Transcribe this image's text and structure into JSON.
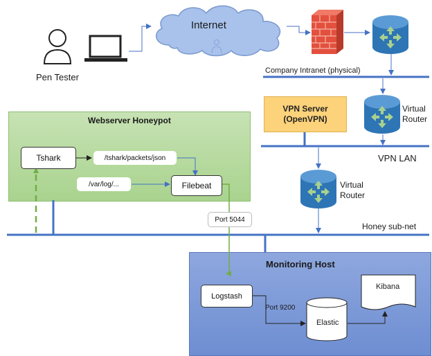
{
  "pen_tester": {
    "label": "Pen Tester",
    "person_icon": "person-icon",
    "laptop_icon": "laptop-icon"
  },
  "internet": {
    "label": "Internet",
    "icon": "cloud-icon"
  },
  "firewall": {
    "icon": "firewall-icon"
  },
  "networks": {
    "company_intranet": "Company Intranet (physical)",
    "vpn_lan": "VPN LAN",
    "honey_subnet": "Honey sub-net"
  },
  "vpn_server": {
    "line1": "VPN Server",
    "line2": "(OpenVPN)"
  },
  "routers": {
    "virtual_router_1": {
      "line1": "Virtual",
      "line2": "Router"
    },
    "virtual_router_2": {
      "line1": "Virtual",
      "line2": "Router"
    }
  },
  "honeypot": {
    "title": "Webserver Honeypot",
    "tshark": "Tshark",
    "packets_path": "/tshark/packets/json",
    "log_path": "/var/log/...",
    "filebeat": "Filebeat"
  },
  "port_5044": "Port 5044",
  "monitoring": {
    "title": "Monitoring Host",
    "logstash": "Logstash",
    "port_9200": "Port 9200",
    "elastic": "Elastic",
    "kibana": "Kibana"
  },
  "colors": {
    "network_line": "#4472c4",
    "router_blue": "#2e75b6",
    "router_arrow": "#a9d18e",
    "firewall_red": "#e3503e",
    "vpn_orange": "#fcd27a",
    "honeypot_green": "#a9d38e",
    "monitoring_blue": "#6e8ed2",
    "data_flow_green": "#70ad47"
  }
}
